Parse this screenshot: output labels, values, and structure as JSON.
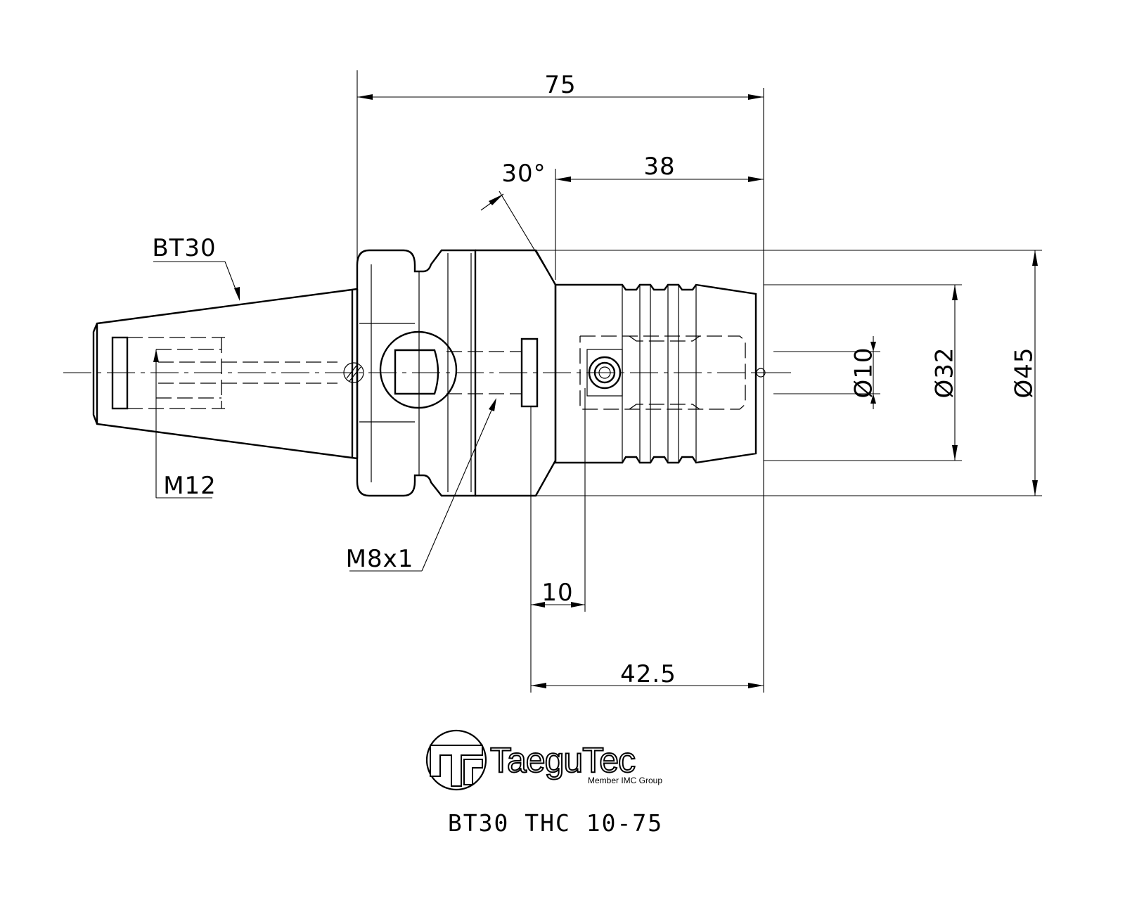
{
  "drawing": {
    "title": "BT30 THC 10-75",
    "dimensions": {
      "overall_length": "75",
      "nose_length": "38",
      "angle": "30°",
      "dia_bore": "Ø10",
      "dia_nose": "Ø32",
      "dia_flange": "Ø45",
      "offset_10": "10",
      "length_42_5": "42.5"
    },
    "callouts": {
      "taper": "BT30",
      "retention_thread": "M12",
      "side_thread": "M8x1"
    }
  },
  "logo": {
    "brand": "TaeguTec",
    "tagline": "Member IMC Group"
  }
}
